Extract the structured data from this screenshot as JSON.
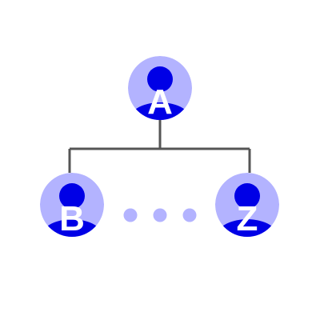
{
  "colors": {
    "background": "#ffffff",
    "avatar_bg": "#b3b3ff",
    "avatar_figure": "#0000e6",
    "letter": "#ffffff",
    "connector": "#555555",
    "ellipsis_dot": "#b3b3ff"
  },
  "nodes": {
    "root": {
      "letter": "A",
      "icon": "person-icon"
    },
    "left_child": {
      "letter": "B",
      "icon": "person-icon"
    },
    "right_child": {
      "letter": "Z",
      "icon": "person-icon"
    }
  },
  "ellipsis": {
    "dots": 3,
    "icon": "ellipsis-icon"
  }
}
